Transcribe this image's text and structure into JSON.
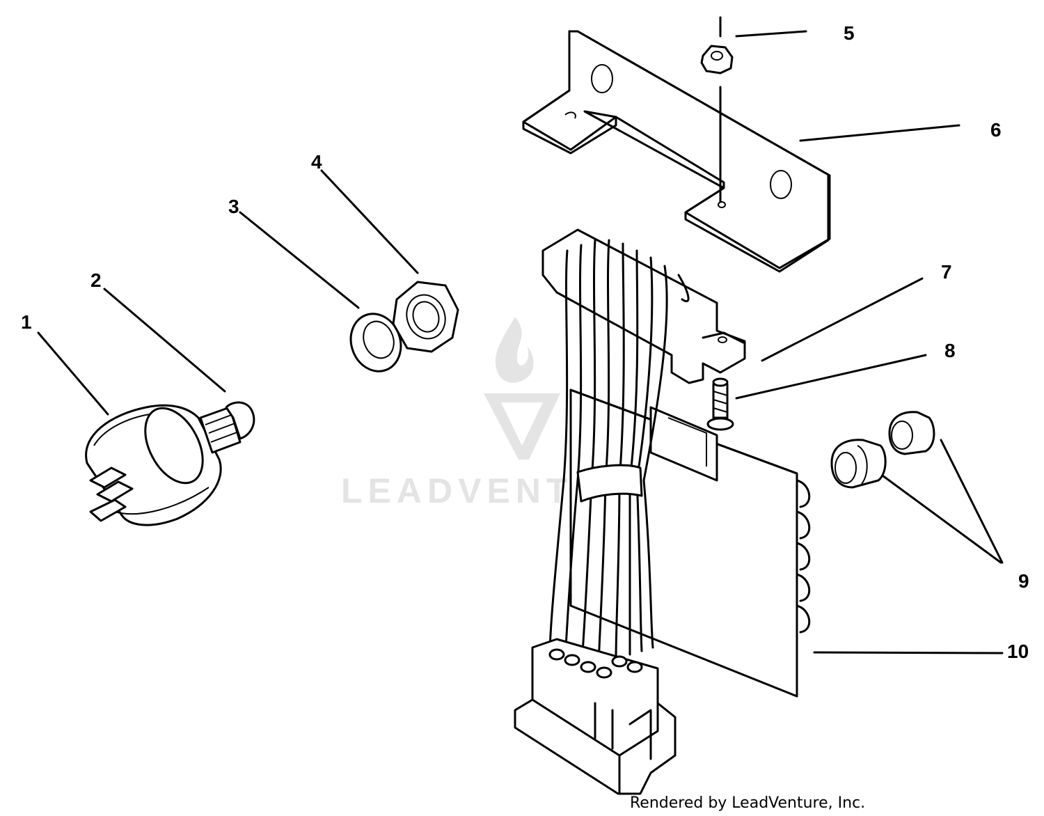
{
  "diagram": {
    "callouts": [
      {
        "id": "1",
        "label": "1"
      },
      {
        "id": "2",
        "label": "2"
      },
      {
        "id": "3",
        "label": "3"
      },
      {
        "id": "4",
        "label": "4"
      },
      {
        "id": "5",
        "label": "5"
      },
      {
        "id": "6",
        "label": "6"
      },
      {
        "id": "7",
        "label": "7"
      },
      {
        "id": "8",
        "label": "8"
      },
      {
        "id": "9",
        "label": "9"
      },
      {
        "id": "10",
        "label": "10"
      }
    ],
    "watermark": "LEADVENTURE",
    "credit": "Rendered by LeadVenture, Inc."
  },
  "colors": {
    "line": "#000000",
    "background": "#ffffff",
    "watermark": "#e4e4e4"
  }
}
